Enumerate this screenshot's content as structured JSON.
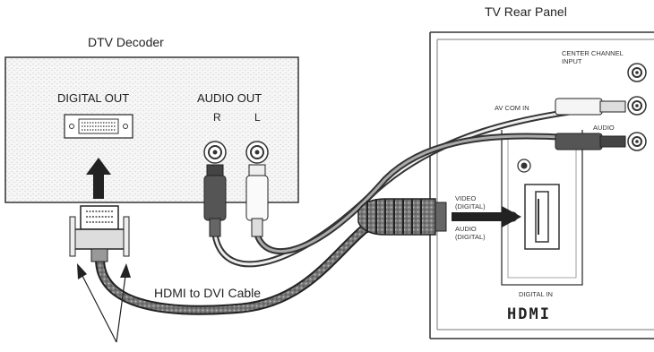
{
  "decoder": {
    "title": "DTV Decoder",
    "digital_out": "DIGITAL OUT",
    "audio_out": "AUDIO OUT",
    "right": "R",
    "left": "L"
  },
  "tv": {
    "title": "TV Rear Panel",
    "center_channel_line1": "CENTER CHANNEL",
    "center_channel_line2": "INPUT",
    "av_com_in": "AV COM IN",
    "audio": "AUDIO",
    "video_line1": "VIDEO",
    "video_line2": "(DIGITAL)",
    "audio_digital_line1": "AUDIO",
    "audio_digital_line2": "(DIGITAL)",
    "digital_in": "DIGITAL IN",
    "hdmi_logo": "HDMI"
  },
  "cable_label": "HDMI to DVI Cable",
  "colors": {
    "line": "#333333",
    "cable": "#555555",
    "panel_fill": "#f4f4f4"
  }
}
